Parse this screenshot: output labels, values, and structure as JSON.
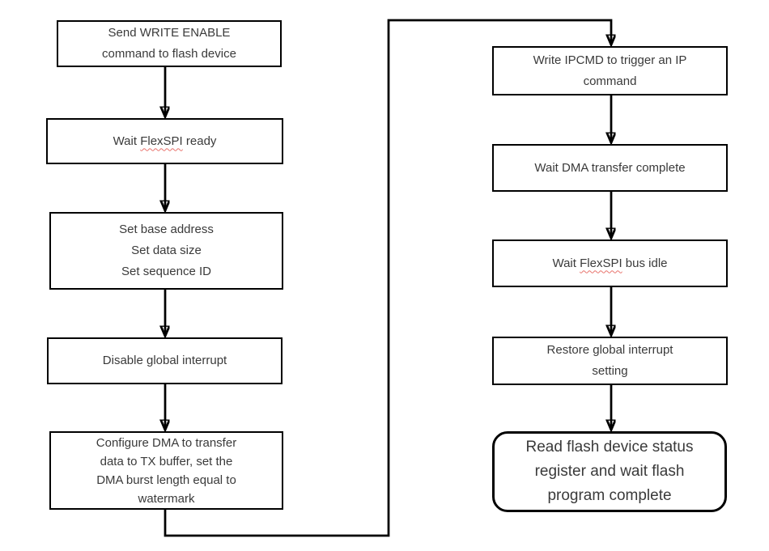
{
  "colors": {
    "line": "#000000",
    "text": "#3a3a3a",
    "spellcheck": "#e8736c",
    "background": "#ffffff"
  },
  "nodes": {
    "send_write_enable": {
      "lines": [
        "Send WRITE ENABLE",
        "command to flash device"
      ]
    },
    "wait_flexspi_ready": {
      "prefix": "Wait ",
      "word": "FlexSPI",
      "suffix": " ready"
    },
    "set_parameters": {
      "lines": [
        "Set base address",
        "Set data size",
        "Set sequence ID"
      ]
    },
    "disable_global_interrupt": {
      "lines": [
        "Disable global interrupt"
      ]
    },
    "configure_dma": {
      "lines": [
        "Configure DMA to transfer",
        "data to TX buffer, set the",
        "DMA burst length equal to",
        "watermark"
      ]
    },
    "write_ipcmd": {
      "lines": [
        "Write IPCMD to trigger an IP",
        "command"
      ]
    },
    "wait_dma_complete": {
      "lines": [
        "Wait DMA transfer complete"
      ]
    },
    "wait_flexspi_bus_idle": {
      "prefix": "Wait ",
      "word": "FlexSPI",
      "suffix": " bus idle"
    },
    "restore_global_interrupt": {
      "lines": [
        "Restore global interrupt",
        "setting"
      ]
    },
    "read_flash_status": {
      "lines": [
        "Read flash device status",
        "register and wait flash",
        "program complete"
      ]
    }
  }
}
